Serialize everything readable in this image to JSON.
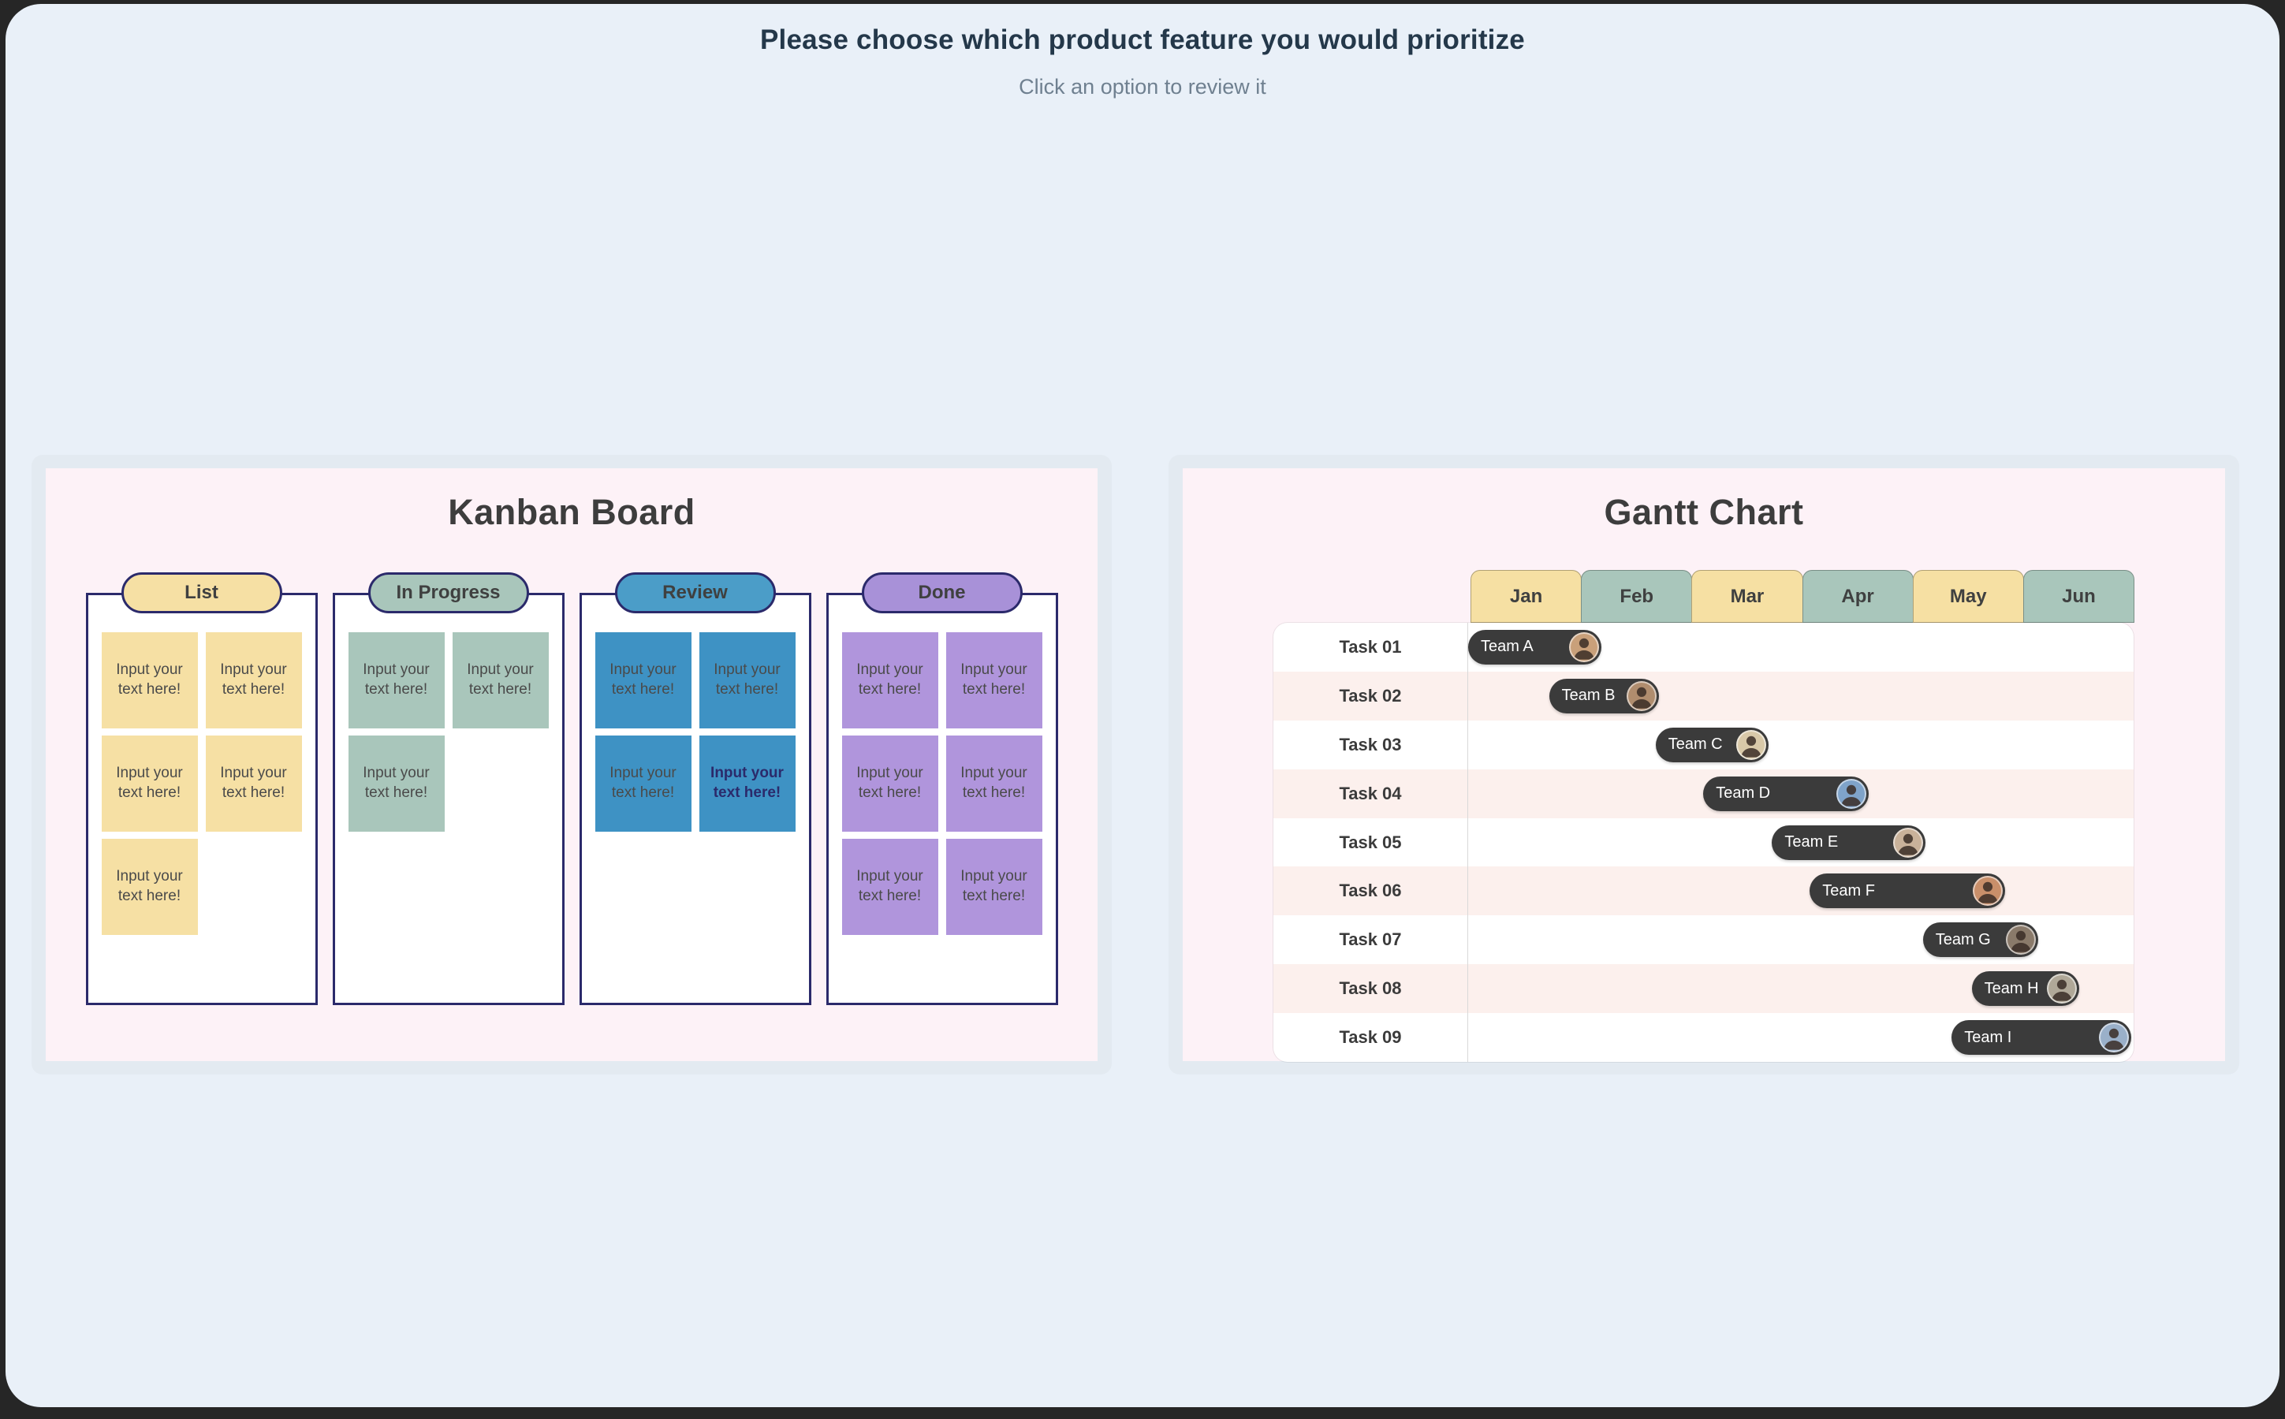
{
  "page": {
    "bg": "#e9f0f8",
    "frame_color": "#262626",
    "option_card_bg": "#e3eaf1",
    "panel_bg": "#fdf2f7"
  },
  "header": {
    "title": "Please choose which product feature you would prioritize",
    "subtitle": "Click an option to review it"
  },
  "kanban": {
    "title": "Kanban Board",
    "card_text": "Input your text here!",
    "colors": {
      "column_border": "#2b2a6b",
      "card_text": "#4a4a4a",
      "card_text_emphasis": "#2b2a6b",
      "title": "#3d3d3d"
    },
    "columns": [
      {
        "label": "List",
        "pill_color": "#f6e0a4",
        "card_color": "#f6e0a4",
        "card_count": 5,
        "emphasis_card": null
      },
      {
        "label": "In Progress",
        "pill_color": "#a9c6bb",
        "card_color": "#a9c6bb",
        "card_count": 3,
        "emphasis_card": null
      },
      {
        "label": "Review",
        "pill_color": "#4b9dc8",
        "card_color": "#3e92c4",
        "card_count": 4,
        "emphasis_card": 3
      },
      {
        "label": "Done",
        "pill_color": "#a891d8",
        "card_color": "#b095dc",
        "card_count": 6,
        "emphasis_card": null
      }
    ]
  },
  "gantt": {
    "title": "Gantt Chart",
    "colors": {
      "tab_yellow": "#f6e0a3",
      "tab_green": "#a9c6bb",
      "bar": "#3b3b3b",
      "bar_text": "#ffffff",
      "row_alt": "#fcf0ed",
      "divider": "#d9d9d9",
      "label_text": "#3b3b3b",
      "title": "#3d3d3d"
    }
  },
  "chart_data": {
    "type": "gantt",
    "title": "Gantt Chart",
    "x_axis": {
      "unit": "month",
      "labels": [
        "Jan",
        "Feb",
        "Mar",
        "Apr",
        "May",
        "Jun"
      ],
      "range": [
        0,
        6
      ]
    },
    "tasks": [
      {
        "label": "Task 01",
        "team": "Team A",
        "start": 0.0,
        "end": 1.2,
        "avatar_bg": "#c9a07a"
      },
      {
        "label": "Task 02",
        "team": "Team B",
        "start": 0.73,
        "end": 1.72,
        "avatar_bg": "#b08d6e"
      },
      {
        "label": "Task 03",
        "team": "Team C",
        "start": 1.69,
        "end": 2.71,
        "avatar_bg": "#d9c9a8"
      },
      {
        "label": "Task 04",
        "team": "Team D",
        "start": 2.12,
        "end": 3.61,
        "avatar_bg": "#7fa3c9"
      },
      {
        "label": "Task 05",
        "team": "Team E",
        "start": 2.74,
        "end": 4.12,
        "avatar_bg": "#c9b29a"
      },
      {
        "label": "Task 06",
        "team": "Team F",
        "start": 3.08,
        "end": 4.84,
        "avatar_bg": "#c98f6a"
      },
      {
        "label": "Task 07",
        "team": "Team G",
        "start": 4.1,
        "end": 5.14,
        "avatar_bg": "#8a7a6a"
      },
      {
        "label": "Task 08",
        "team": "Team H",
        "start": 4.54,
        "end": 5.51,
        "avatar_bg": "#b0a898"
      },
      {
        "label": "Task 09",
        "team": "Team I",
        "start": 4.36,
        "end": 5.98,
        "avatar_bg": "#9ab0c9"
      }
    ]
  }
}
